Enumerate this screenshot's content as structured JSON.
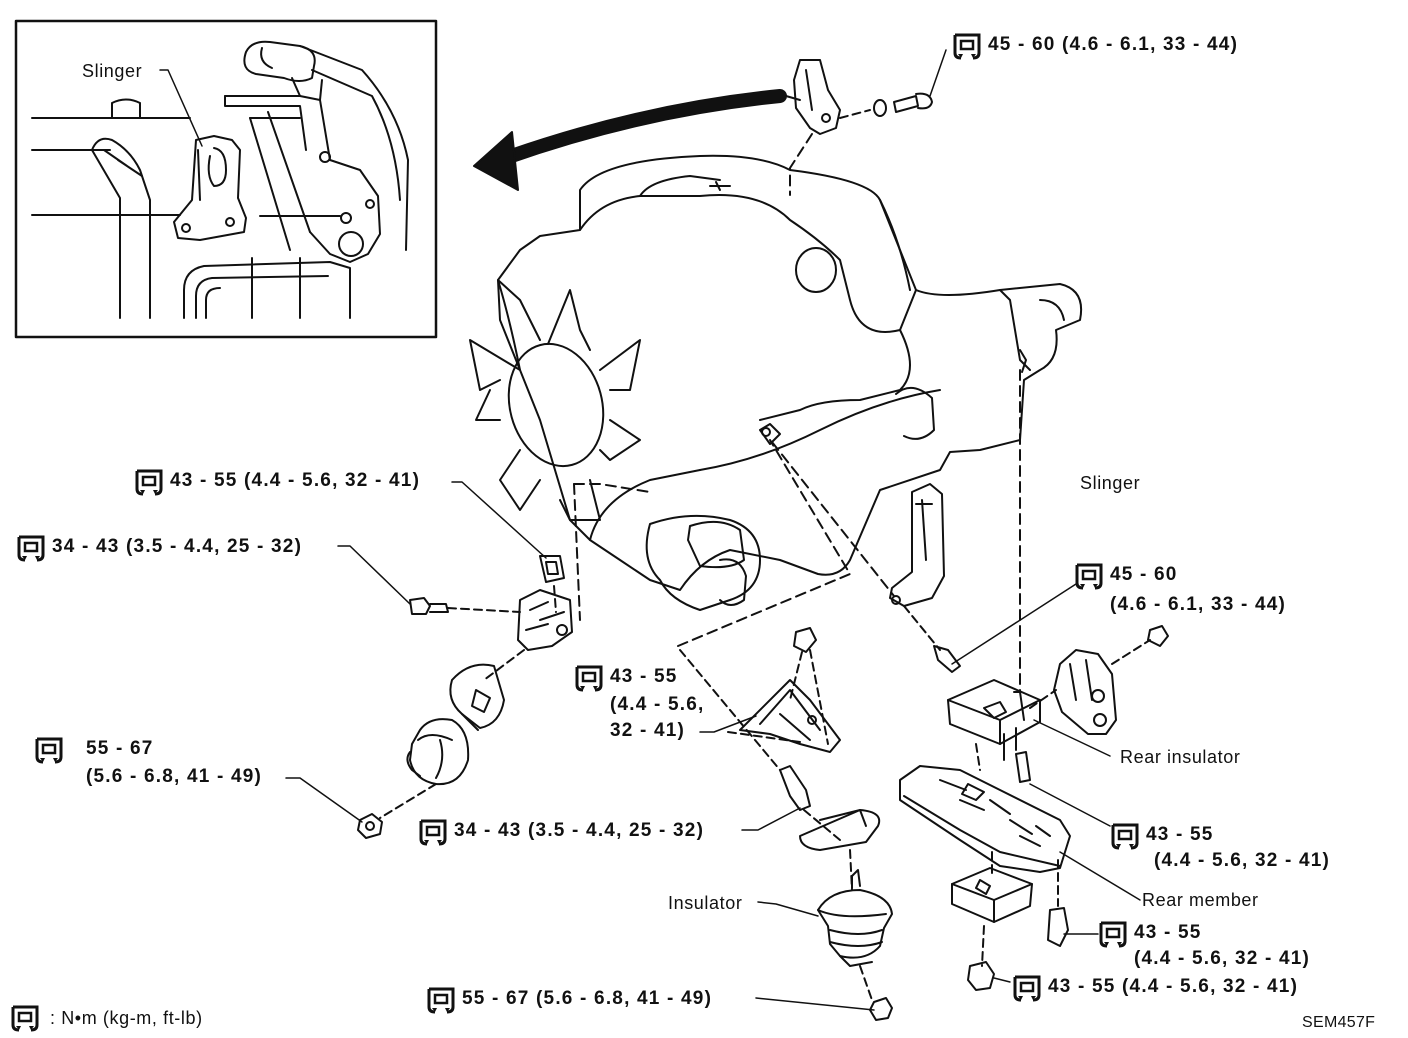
{
  "labels": {
    "inset_slinger": "Slinger",
    "slinger": "Slinger",
    "rear_insulator": "Rear insulator",
    "rear_member": "Rear member",
    "insulator": "Insulator",
    "legend": ": N•m (kg-m, ft-lb)",
    "figure_code": "SEM457F"
  },
  "torque": {
    "top_right": "45 - 60 (4.6 - 6.1, 33 - 44)",
    "left_upper": "43 - 55 (4.4 - 5.6, 32 - 41)",
    "left_mid": "34 - 43 (3.5 - 4.4, 25 - 32)",
    "center_a": "43 - 55",
    "center_b": "(4.4 - 5.6,",
    "center_c": "32 - 41)",
    "left_low_a": "55 - 67",
    "left_low_b": "(5.6 - 6.8, 41 - 49)",
    "center_low": "34 - 43 (3.5 - 4.4, 25 - 32)",
    "slinger_a": "45 - 60",
    "slinger_b": "(4.6 - 6.1, 33 - 44)",
    "rear_a": "43 - 55",
    "rear_b": "(4.4 - 5.6, 32 - 41)",
    "member_a": "43 - 55",
    "member_b": "(4.4 - 5.6, 32 - 41)",
    "bottom_right": "43 - 55 (4.4 - 5.6, 32 - 41)",
    "bottom_center": "55 - 67 (5.6 - 6.8, 41 - 49)"
  }
}
